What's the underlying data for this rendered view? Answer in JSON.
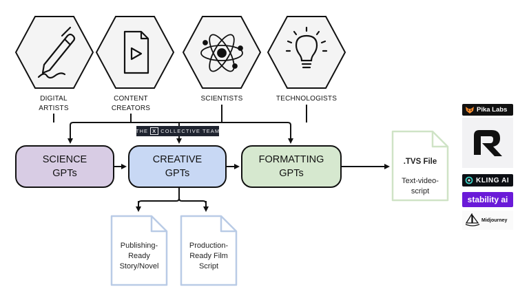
{
  "roles": [
    {
      "id": "digital-artists",
      "line1": "DIGITAL",
      "line2": "ARTISTS",
      "icon": "pen-icon"
    },
    {
      "id": "content-creators",
      "line1": "CONTENT",
      "line2": "CREATORS",
      "icon": "video-file-icon"
    },
    {
      "id": "scientists",
      "line1": "SCIENTISTS",
      "line2": "",
      "icon": "atom-icon"
    },
    {
      "id": "technologists",
      "line1": "TECHNOLOGISTS",
      "line2": "",
      "icon": "lightbulb-icon"
    }
  ],
  "team_banner": {
    "prefix": "THE",
    "mark": "X",
    "suffix": "COLLECTIVE TEAM"
  },
  "gpts": [
    {
      "id": "science",
      "line1": "SCIENCE",
      "line2": "GPTs",
      "fill": "#d8cce4"
    },
    {
      "id": "creative",
      "line1": "CREATIVE",
      "line2": "GPTs",
      "fill": "#c8d8f4"
    },
    {
      "id": "formatting",
      "line1": "FORMATTING",
      "line2": "GPTs",
      "fill": "#d6e8cf"
    }
  ],
  "outputs": {
    "publishing": {
      "line1": "Publishing-",
      "line2": "Ready",
      "line3": "Story/Novel"
    },
    "production": {
      "line1": "Production-",
      "line2": "Ready Film",
      "line3": "Script"
    },
    "tvs": {
      "title": ".TVS File",
      "line1": "Text-video-",
      "line2": "script"
    }
  },
  "tools": {
    "pika": "Pika Labs",
    "kling": "KLING AI",
    "stability": "stability ai",
    "midjourney": "Midjourney"
  },
  "colors": {
    "science_border": "#111111",
    "doc_blue": "#b9cbe6",
    "doc_green": "#cfe3c6",
    "stability_purple": "#6a1ad8"
  }
}
